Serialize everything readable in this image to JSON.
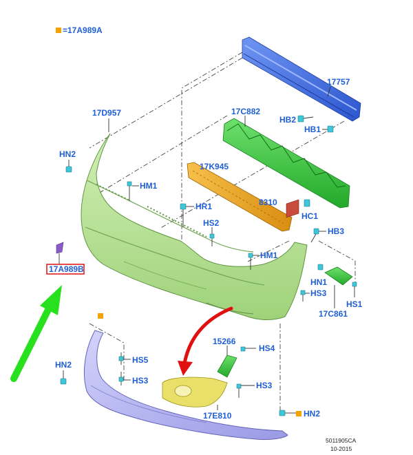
{
  "legend": {
    "marker_color": "#f5a300",
    "text": "=17A989A"
  },
  "labels": {
    "p17757": "17757",
    "hb2": "HB2",
    "hb1": "HB1",
    "p17c882": "17C882",
    "p17d957": "17D957",
    "hn2_top": "HN2",
    "hm1_top": "HM1",
    "p17k945": "17K945",
    "p8310": "8310",
    "hc1": "HC1",
    "hr1": "HR1",
    "hs2": "HS2",
    "hb3": "HB3",
    "highlight": "17A989B",
    "hm1_mid": "HM1",
    "hn1": "HN1",
    "hs3_right": "HS3",
    "hs1": "HS1",
    "p17c861": "17C861",
    "p15266": "15266",
    "hs4": "HS4",
    "hn2_left": "HN2",
    "hs5": "HS5",
    "hs3_left": "HS3",
    "hs3_lower": "HS3",
    "p17e810": "17E810",
    "hn2_bottom": "HN2"
  },
  "footer": {
    "code": "5011905CA",
    "date": "10-2015"
  },
  "colors": {
    "label_blue": "#1f5fd6",
    "reinforcement_blue": "#3f6fe0",
    "absorber_green": "#35c83a",
    "cover_green": "#b9e29a",
    "absorber_orange": "#e8a21e",
    "skirt_lavender": "#b6b6ef",
    "bracket_yellow": "#e9e06a",
    "arrow_green": "#27e01e",
    "arrow_red": "#e01010",
    "highlight_red": "#e02020"
  },
  "icons": [
    "clip-icon",
    "screw-icon",
    "push-pin-icon",
    "nut-icon"
  ]
}
